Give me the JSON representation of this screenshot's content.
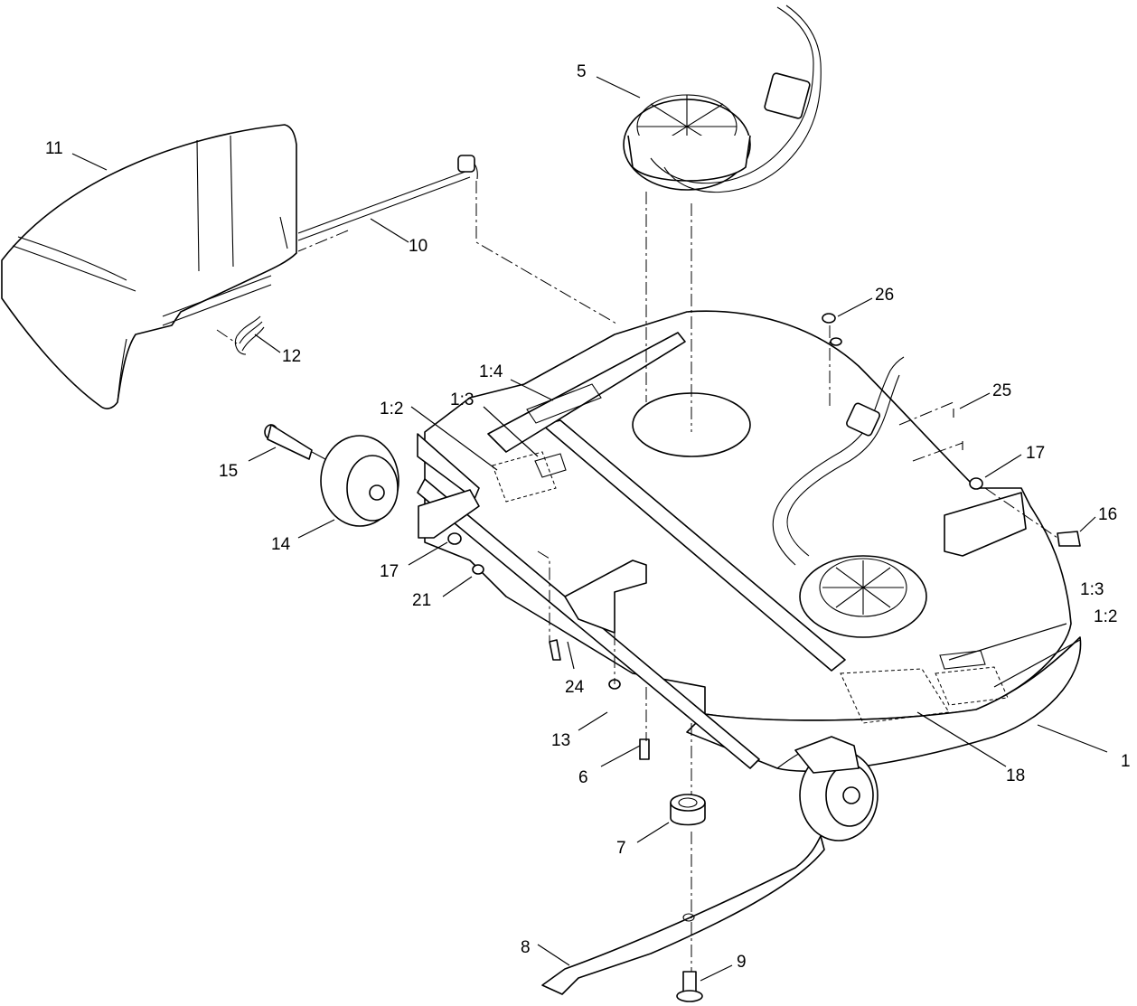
{
  "callouts": [
    {
      "id": "c-11",
      "label": "11"
    },
    {
      "id": "c-10",
      "label": "10"
    },
    {
      "id": "c-12",
      "label": "12"
    },
    {
      "id": "c-5",
      "label": "5"
    },
    {
      "id": "c-26",
      "label": "26"
    },
    {
      "id": "c-25",
      "label": "25"
    },
    {
      "id": "c-17a",
      "label": "17"
    },
    {
      "id": "c-16",
      "label": "16"
    },
    {
      "id": "c-1-4",
      "label": "1:4"
    },
    {
      "id": "c-1-3a",
      "label": "1:3"
    },
    {
      "id": "c-1-2a",
      "label": "1:2"
    },
    {
      "id": "c-15",
      "label": "15"
    },
    {
      "id": "c-14",
      "label": "14"
    },
    {
      "id": "c-17b",
      "label": "17"
    },
    {
      "id": "c-21",
      "label": "21"
    },
    {
      "id": "c-24",
      "label": "24"
    },
    {
      "id": "c-13",
      "label": "13"
    },
    {
      "id": "c-6",
      "label": "6"
    },
    {
      "id": "c-7",
      "label": "7"
    },
    {
      "id": "c-8",
      "label": "8"
    },
    {
      "id": "c-9",
      "label": "9"
    },
    {
      "id": "c-18",
      "label": "18"
    },
    {
      "id": "c-1-3b",
      "label": "1:3"
    },
    {
      "id": "c-1-2b",
      "label": "1:2"
    },
    {
      "id": "c-1",
      "label": "1"
    }
  ]
}
